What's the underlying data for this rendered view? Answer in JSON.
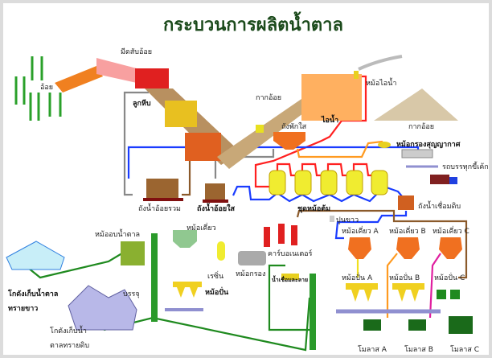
{
  "title": "กระบวนการผลิตน้ำตาล",
  "colors": {
    "title": "#1b4a1b",
    "steam": "#ff2020",
    "juice": "#1a3cff",
    "sugar_line": "#1f8a1f",
    "syrup": "#8b5a2b",
    "equipment_orange": "#f07020",
    "evaporator": "#e8e020"
  },
  "labels": {
    "cane_knife": "มีดสับอ้อย",
    "cane": "อ้อย",
    "mill": "ลูกหีบ",
    "bagasse_conveyor": "กากอ้อย",
    "boiler": "หม้อไอน้ำ",
    "steam": "ไอน้ำ",
    "bagasse_pile": "กากอ้อย",
    "clarifier": "ถังพักใส",
    "vacuum_filter": "หม้อกรองสุญญากาศ",
    "filter_cake_truck": "รถบรรทุกขี้เค้ก",
    "mixed_juice_tank": "ถังน้ำอ้อยรวม",
    "clear_juice_tank": "ถังน้ำอ้อยใส",
    "evaporators": "ชุดหม้อต้ม",
    "raw_syrup_tank": "ถังน้ำเชื่อมดิบ",
    "lime": "ปูนขาว",
    "pan_a": "หม้อเคี่ยว A",
    "pan_b": "หม้อเคี่ยว B",
    "pan_c": "หม้อเคี่ยว C",
    "centrifuge_a": "หม้อปั่น A",
    "centrifuge_b": "หม้อปั่น B",
    "centrifuge_c": "หม้อปั่น C",
    "molasses_a": "โมลาส A",
    "molasses_b": "โมลาส B",
    "molasses_c": "โมลาส C",
    "carbonator": "คาร์บอเนเตอร์",
    "melt_syrup": "น้ำเชื่อมละลาย",
    "filter": "หม้อกรอง",
    "resin": "เรซิ่น",
    "refined_pan": "หม้อเคี่ยว",
    "refined_centrifuge": "หม้อปั่น",
    "dryer": "หม้ออบน้ำตาล",
    "packing": "บรรจุ",
    "white_warehouse_1": "โกดังเก็บน้ำตาล",
    "white_warehouse_2": "ทรายขาว",
    "raw_warehouse_1": "โกดังเก็บน้ำ",
    "raw_warehouse_2": "ตาลทรายดิบ"
  }
}
